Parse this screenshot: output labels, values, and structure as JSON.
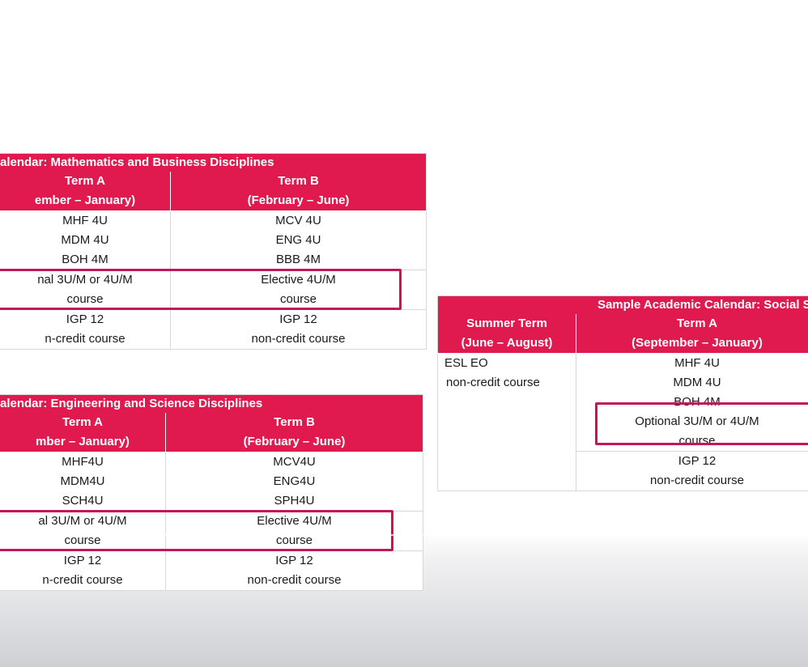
{
  "math_table": {
    "title": "alendar: Mathematics and Business Disciplines",
    "col_a_head1": "Term A",
    "col_a_head2": "ember – January)",
    "col_b_head1": "Term B",
    "col_b_head2": "(February – June)",
    "rows": [
      [
        "MHF 4U",
        "MCV 4U"
      ],
      [
        "MDM 4U",
        "ENG 4U"
      ],
      [
        "BOH 4M",
        "BBB 4M"
      ],
      [
        "nal 3U/M or 4U/M",
        "Elective 4U/M"
      ],
      [
        "course",
        "course"
      ],
      [
        "IGP 12",
        "IGP 12"
      ],
      [
        "n-credit course",
        "non-credit course"
      ]
    ]
  },
  "eng_table": {
    "title": "alendar: Engineering and Science Disciplines",
    "col_a_head1": "Term A",
    "col_a_head2": "mber – January)",
    "col_b_head1": "Term B",
    "col_b_head2": "(February – June)",
    "rows": [
      [
        "MHF4U",
        "MCV4U"
      ],
      [
        "MDM4U",
        "ENG4U"
      ],
      [
        "SCH4U",
        "SPH4U"
      ],
      [
        "al 3U/M or 4U/M",
        "Elective 4U/M"
      ],
      [
        "course",
        "course"
      ],
      [
        "IGP 12",
        "IGP 12"
      ],
      [
        "n-credit course",
        "non-credit course"
      ]
    ]
  },
  "social_table": {
    "title": "Sample Academic Calendar: Social Sc",
    "col_s_head1": "Summer Term",
    "col_s_head2": "(June – August)",
    "col_a_head1": "Term A",
    "col_a_head2": "(September – January)",
    "summer": [
      "ESL EO",
      "non-credit course"
    ],
    "rows": [
      "MHF 4U",
      "MDM 4U",
      "BOH 4M",
      "Optional 3U/M or 4U/M",
      "course",
      "IGP 12",
      "non-credit course"
    ]
  },
  "colors": {
    "header_red": "#e01a4f",
    "highlight_magenta": "#c2185b"
  }
}
